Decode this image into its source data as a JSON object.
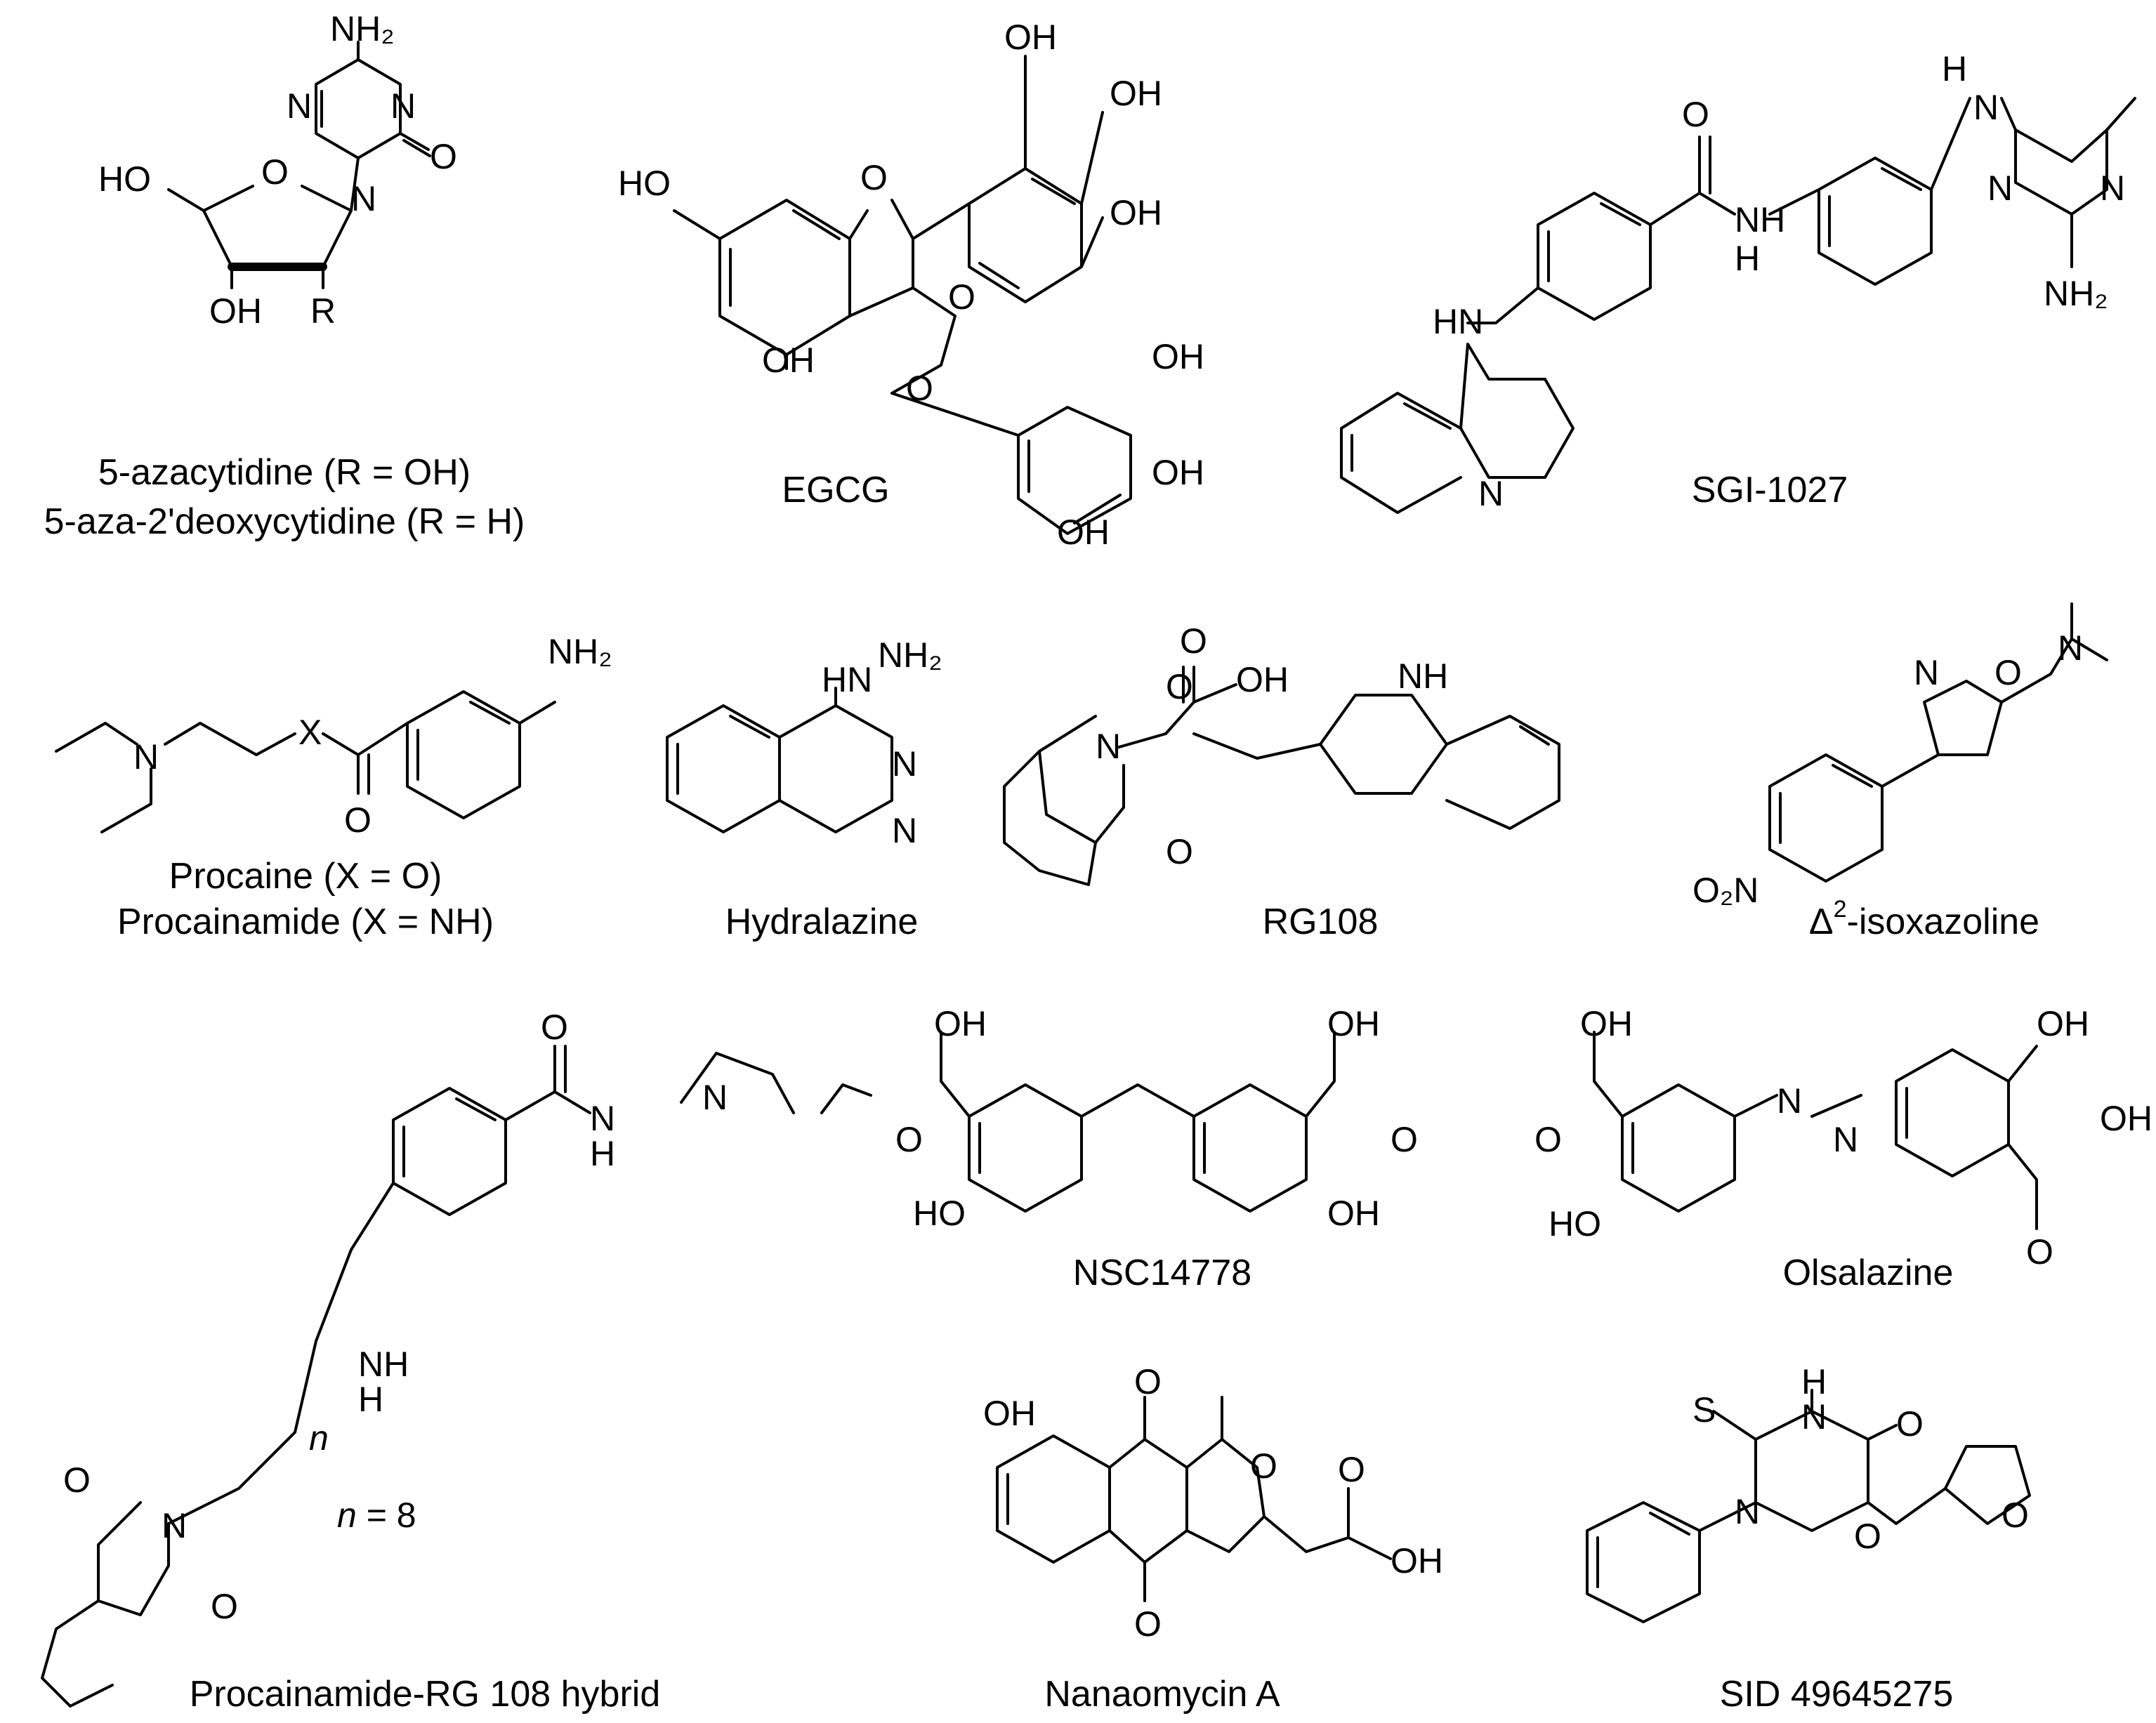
{
  "compounds": [
    {
      "id": "azacytidine",
      "label_lines": [
        "5-azacytidine (R = OH)",
        "5-aza-2'deoxycytidine (R = H)"
      ]
    },
    {
      "id": "egcg",
      "label_lines": [
        "EGCG"
      ]
    },
    {
      "id": "sgi1027",
      "label_lines": [
        "SGI-1027"
      ]
    },
    {
      "id": "procaine",
      "label_lines": [
        "Procaine (X = O)",
        "Procainamide (X = NH)"
      ]
    },
    {
      "id": "hydralazine",
      "label_lines": [
        "Hydralazine"
      ]
    },
    {
      "id": "rg108",
      "label_lines": [
        "RG108"
      ]
    },
    {
      "id": "isoxazoline",
      "label_prefix": "Δ",
      "label_sup": "2",
      "label_suffix": "-isoxazoline"
    },
    {
      "id": "hybrid",
      "label_lines": [
        "Procainamide-RG 108 hybrid"
      ],
      "n_value": "8"
    },
    {
      "id": "nsc14778",
      "label_lines": [
        "NSC14778"
      ]
    },
    {
      "id": "olsalazine",
      "label_lines": [
        "Olsalazine"
      ]
    },
    {
      "id": "nanaomycin",
      "label_lines": [
        "Nanaomycin A"
      ]
    },
    {
      "id": "sid",
      "label_lines": [
        "SID 49645275"
      ]
    }
  ]
}
